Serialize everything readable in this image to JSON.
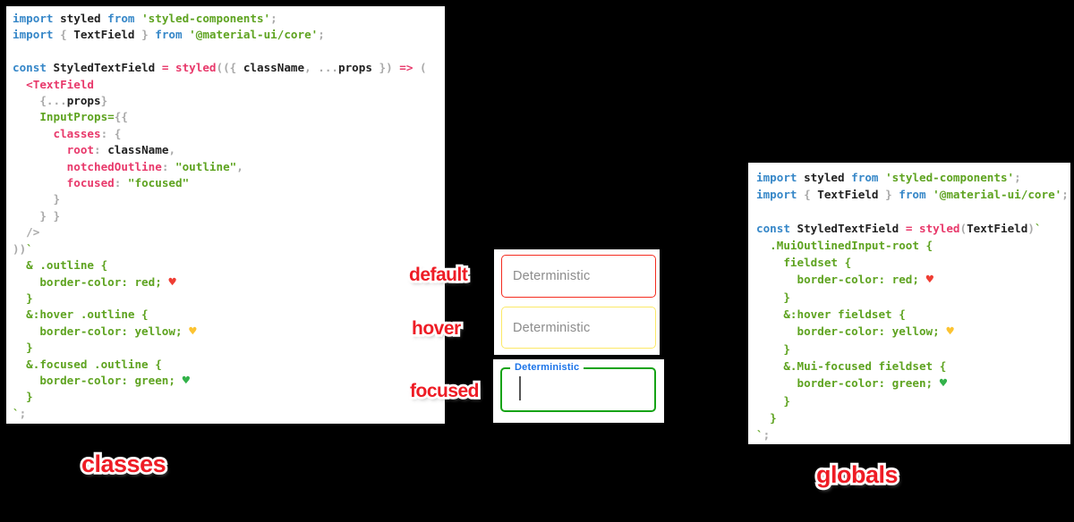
{
  "colors": {
    "kw": "#3687c8",
    "id": "#212121",
    "pnk": "#e8396b",
    "grn": "#5ea320",
    "pun": "#a9a9a9",
    "hr": "#ef3d33",
    "hy": "#fcc331",
    "hg": "#33b24a",
    "sticker": "#ee1c25",
    "border-default": "#f42d20",
    "border-hover": "#fce968",
    "border-focused": "#16a316",
    "field-label": "#1a73e8",
    "placeholder": "#8c8c8c",
    "caret": "#555555",
    "panel-bg": "#ffffff",
    "page-bg": "#000000"
  },
  "panels": {
    "classes": {
      "caption": "classes",
      "lines": [
        [
          {
            "t": "import ",
            "c": "kw"
          },
          {
            "t": "styled ",
            "c": "id"
          },
          {
            "t": "from ",
            "c": "kw"
          },
          {
            "t": "'styled-components'",
            "c": "grn"
          },
          {
            "t": ";",
            "c": "pun"
          }
        ],
        [
          {
            "t": "import ",
            "c": "kw"
          },
          {
            "t": "{ ",
            "c": "pun"
          },
          {
            "t": "TextField",
            "c": "id"
          },
          {
            "t": " } ",
            "c": "pun"
          },
          {
            "t": "from ",
            "c": "kw"
          },
          {
            "t": "'@material-ui/core'",
            "c": "grn"
          },
          {
            "t": ";",
            "c": "pun"
          }
        ],
        [],
        [
          {
            "t": "const ",
            "c": "kw"
          },
          {
            "t": "StyledTextField ",
            "c": "id"
          },
          {
            "t": "= ",
            "c": "pnk"
          },
          {
            "t": "styled",
            "c": "pnk"
          },
          {
            "t": "(({ ",
            "c": "pun"
          },
          {
            "t": "className",
            "c": "id"
          },
          {
            "t": ", ",
            "c": "pun"
          },
          {
            "t": "...",
            "c": "pun"
          },
          {
            "t": "props",
            "c": "id"
          },
          {
            "t": " }) ",
            "c": "pun"
          },
          {
            "t": "=> ",
            "c": "pnk"
          },
          {
            "t": "(",
            "c": "pun"
          }
        ],
        [
          {
            "t": "  ",
            "c": "pun"
          },
          {
            "t": "<TextField",
            "c": "pnk"
          }
        ],
        [
          {
            "t": "    ",
            "c": "pun"
          },
          {
            "t": "{...",
            "c": "pun"
          },
          {
            "t": "props",
            "c": "id"
          },
          {
            "t": "}",
            "c": "pun"
          }
        ],
        [
          {
            "t": "    ",
            "c": "pun"
          },
          {
            "t": "InputProps=",
            "c": "grn"
          },
          {
            "t": "{{",
            "c": "pun"
          }
        ],
        [
          {
            "t": "      ",
            "c": "pun"
          },
          {
            "t": "classes",
            "c": "pnk"
          },
          {
            "t": ": ",
            "c": "pun"
          },
          {
            "t": "{",
            "c": "pun"
          }
        ],
        [
          {
            "t": "        ",
            "c": "pun"
          },
          {
            "t": "root",
            "c": "pnk"
          },
          {
            "t": ": ",
            "c": "pun"
          },
          {
            "t": "className",
            "c": "id"
          },
          {
            "t": ",",
            "c": "pun"
          }
        ],
        [
          {
            "t": "        ",
            "c": "pun"
          },
          {
            "t": "notchedOutline",
            "c": "pnk"
          },
          {
            "t": ": ",
            "c": "pun"
          },
          {
            "t": "\"outline\"",
            "c": "grn"
          },
          {
            "t": ",",
            "c": "pun"
          }
        ],
        [
          {
            "t": "        ",
            "c": "pun"
          },
          {
            "t": "focused",
            "c": "pnk"
          },
          {
            "t": ": ",
            "c": "pun"
          },
          {
            "t": "\"focused\"",
            "c": "grn"
          }
        ],
        [
          {
            "t": "      }",
            "c": "pun"
          }
        ],
        [
          {
            "t": "    } }",
            "c": "pun"
          }
        ],
        [
          {
            "t": "  />",
            "c": "pun"
          }
        ],
        [
          {
            "t": "))",
            "c": "pun"
          },
          {
            "t": "`",
            "c": "grn"
          }
        ],
        [
          {
            "t": "  & .outline {",
            "c": "grn"
          }
        ],
        [
          {
            "t": "    border-color: red; ",
            "c": "grn"
          },
          {
            "t": "♥",
            "c": "hr"
          }
        ],
        [
          {
            "t": "  }",
            "c": "grn"
          }
        ],
        [
          {
            "t": "  &:hover .outline {",
            "c": "grn"
          }
        ],
        [
          {
            "t": "    border-color: yellow; ",
            "c": "grn"
          },
          {
            "t": "♥",
            "c": "hy"
          }
        ],
        [
          {
            "t": "  }",
            "c": "grn"
          }
        ],
        [
          {
            "t": "  &.focused .outline {",
            "c": "grn"
          }
        ],
        [
          {
            "t": "    border-color: green; ",
            "c": "grn"
          },
          {
            "t": "♥",
            "c": "hg"
          }
        ],
        [
          {
            "t": "  }",
            "c": "grn"
          }
        ],
        [
          {
            "t": "`",
            "c": "grn"
          },
          {
            "t": ";",
            "c": "pun"
          }
        ]
      ]
    },
    "globals": {
      "caption": "globals",
      "lines": [
        [
          {
            "t": "import ",
            "c": "kw"
          },
          {
            "t": "styled ",
            "c": "id"
          },
          {
            "t": "from ",
            "c": "kw"
          },
          {
            "t": "'styled-components'",
            "c": "grn"
          },
          {
            "t": ";",
            "c": "pun"
          }
        ],
        [
          {
            "t": "import ",
            "c": "kw"
          },
          {
            "t": "{ ",
            "c": "pun"
          },
          {
            "t": "TextField",
            "c": "id"
          },
          {
            "t": " } ",
            "c": "pun"
          },
          {
            "t": "from ",
            "c": "kw"
          },
          {
            "t": "'@material-ui/core'",
            "c": "grn"
          },
          {
            "t": ";",
            "c": "pun"
          }
        ],
        [],
        [
          {
            "t": "const ",
            "c": "kw"
          },
          {
            "t": "StyledTextField ",
            "c": "id"
          },
          {
            "t": "= ",
            "c": "pnk"
          },
          {
            "t": "styled",
            "c": "pnk"
          },
          {
            "t": "(",
            "c": "pun"
          },
          {
            "t": "TextField",
            "c": "id"
          },
          {
            "t": ")",
            "c": "pun"
          },
          {
            "t": "`",
            "c": "grn"
          }
        ],
        [
          {
            "t": "  .MuiOutlinedInput-root {",
            "c": "grn"
          }
        ],
        [
          {
            "t": "    fieldset {",
            "c": "grn"
          }
        ],
        [
          {
            "t": "      border-color: red; ",
            "c": "grn"
          },
          {
            "t": "♥",
            "c": "hr"
          }
        ],
        [
          {
            "t": "    }",
            "c": "grn"
          }
        ],
        [
          {
            "t": "    &:hover fieldset {",
            "c": "grn"
          }
        ],
        [
          {
            "t": "      border-color: yellow; ",
            "c": "grn"
          },
          {
            "t": "♥",
            "c": "hy"
          }
        ],
        [
          {
            "t": "    }",
            "c": "grn"
          }
        ],
        [
          {
            "t": "    &.Mui-focused fieldset {",
            "c": "grn"
          }
        ],
        [
          {
            "t": "      border-color: green; ",
            "c": "grn"
          },
          {
            "t": "♥",
            "c": "hg"
          }
        ],
        [
          {
            "t": "    }",
            "c": "grn"
          }
        ],
        [
          {
            "t": "  }",
            "c": "grn"
          }
        ],
        [
          {
            "t": "`",
            "c": "grn"
          },
          {
            "t": ";",
            "c": "pun"
          }
        ]
      ]
    }
  },
  "demo": {
    "default": {
      "label": "default",
      "placeholder": "Deterministic"
    },
    "hover": {
      "label": "hover",
      "placeholder": "Deterministic"
    },
    "focused": {
      "label": "focused",
      "field_label": "Deterministic",
      "field_value": ""
    }
  }
}
